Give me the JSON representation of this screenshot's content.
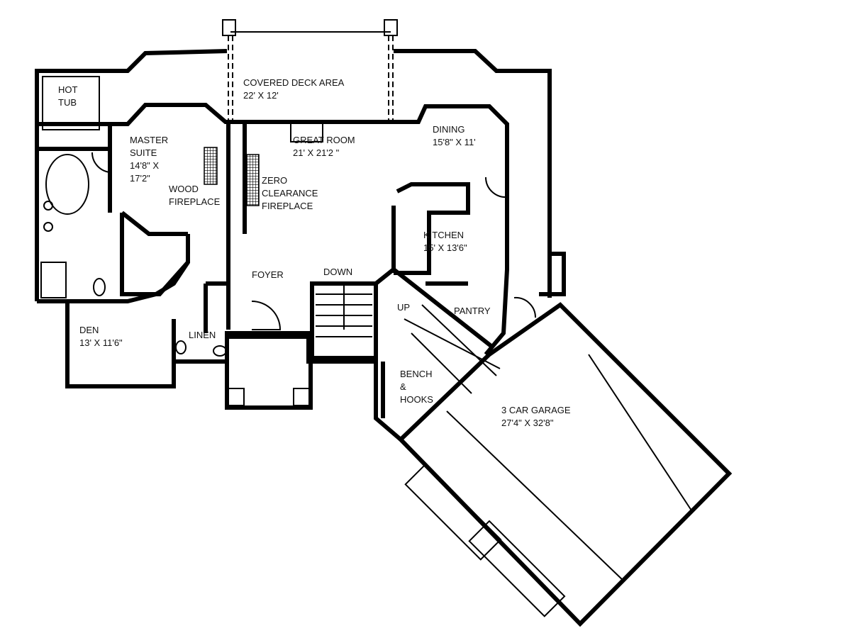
{
  "rooms": {
    "covered_deck": {
      "name": "COVERED DECK AREA",
      "size": "22' X 12'"
    },
    "hot_tub": {
      "line1": "HOT",
      "line2": "TUB"
    },
    "master_suite": {
      "line1": "MASTER",
      "line2": "SUITE",
      "line3": "14'8\" X",
      "line4": "17'2\""
    },
    "wood_fireplace": {
      "line1": "WOOD",
      "line2": "FIREPLACE"
    },
    "zero_clearance": {
      "line1": "ZERO",
      "line2": "CLEARANCE",
      "line3": "FIREPLACE"
    },
    "great_room": {
      "name": "GREAT ROOM",
      "size": "21' X 21'2 \""
    },
    "dining": {
      "name": "DINING",
      "size": "15'8\" X 11'"
    },
    "kitchen": {
      "name": "KITCHEN",
      "size": "15' X 13'6\""
    },
    "foyer": {
      "name": "FOYER"
    },
    "down": {
      "name": "DOWN"
    },
    "up": {
      "name": "UP"
    },
    "pantry": {
      "name": "PANTRY"
    },
    "den": {
      "name": "DEN",
      "size": "13' X 11'6\""
    },
    "linen": {
      "name": "LINEN"
    },
    "bench": {
      "line1": "BENCH",
      "line2": "&",
      "line3": "HOOKS"
    },
    "garage": {
      "name": "3 CAR GARAGE",
      "size": "27'4\" X 32'8\""
    }
  }
}
